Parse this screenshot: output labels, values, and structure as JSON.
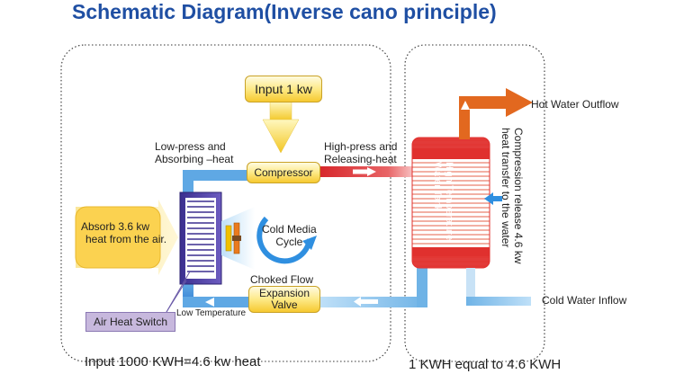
{
  "title": "Schematic Diagram(Inverse cano principle)",
  "input_label": "Input 1 kw",
  "low_press_label": [
    "Low-press   and",
    "Absorbing –heat"
  ],
  "high_press_label": [
    "High-press and",
    "Releasing-heat"
  ],
  "compressor_label": "Compressor",
  "absorb_label": [
    "Absorb 3.6 kw",
    "heat from the air."
  ],
  "cold_media_label": [
    "Cold Media",
    "Cycle"
  ],
  "choked_flow_label": "Choked Flow",
  "expansion_valve_label": [
    "Expansion",
    "Valve"
  ],
  "low_temperature_label": "Low Temperature",
  "air_heat_switch_label": "Air Heat Switch",
  "tank_label": [
    "High Temperature",
    "Water Tank"
  ],
  "compression_label": [
    "Compression release 4.6 kw",
    "heat transfer to the water"
  ],
  "hot_water_label": "Hot Water Outflow",
  "cold_water_label": "Cold Water Inflow",
  "footer_left": "Input 1000 KWH=4.6 kw heat",
  "footer_right": "1 KWH equal to 4.6 KWH",
  "colors": {
    "title": "#1f4fa3",
    "hot": "#e2681f",
    "cold": "#6fb3e6",
    "refrigerant_hot": "#d7262a",
    "tank": "#e0302e"
  }
}
